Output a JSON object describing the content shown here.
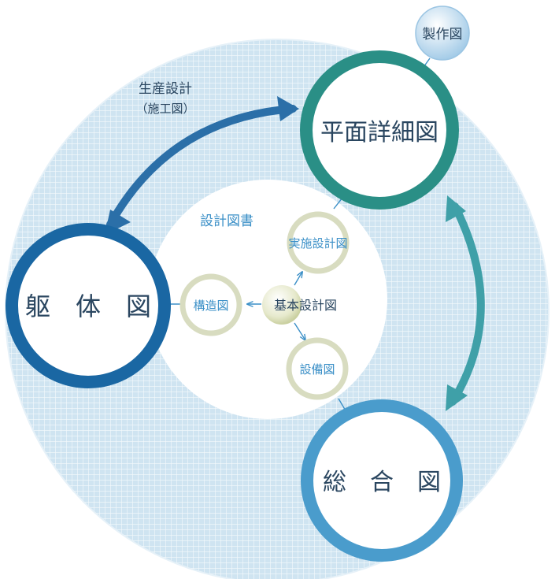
{
  "diagram": {
    "colors": {
      "ring_light": "#cfe4f1",
      "ring_mid": "#a9cde6",
      "inner_white": "#ffffff",
      "dark_blue": "#1a67a3",
      "teal": "#2a8f86",
      "mid_blue": "#4a9ccc",
      "arrow_blue": "#2b6fa8",
      "arrow_teal": "#3fa0a8",
      "label_blue": "#3a8fc7",
      "dark_text": "#2a4660",
      "small_ring": "#d8dcc0"
    },
    "nodes": {
      "kutai": "躯　体　図",
      "heimen": "平面詳細図",
      "sougou": "総　合　図",
      "seisaku": "製作図",
      "kihon": "基本設計図",
      "jisshi": "実施設計図",
      "kouzou": "構造図",
      "setsubi": "設備図"
    },
    "labels": {
      "seisan_line1": "生産設計",
      "seisan_line2": "（施工図）",
      "sekkei": "設計図書"
    }
  }
}
